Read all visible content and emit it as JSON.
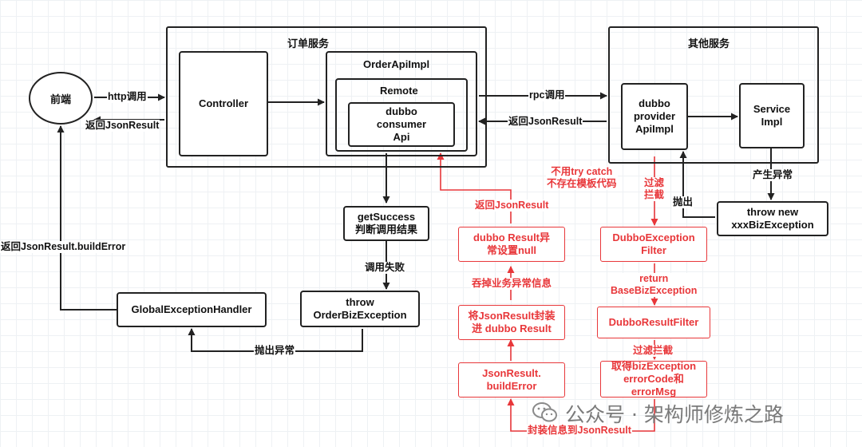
{
  "nodes": {
    "frontend": "前端",
    "order_service_title": "订单服务",
    "controller": "Controller",
    "order_api_impl": "OrderApiImpl",
    "remote": "Remote",
    "dubbo_consumer": "dubbo\nconsumer\nApi",
    "other_service_title": "其他服务",
    "dubbo_provider": "dubbo\nprovider\nApiImpl",
    "service_impl": "Service\nImpl",
    "throw_new": "throw new\nxxxBizException",
    "get_success": "getSuccess\n判断调用结果",
    "throw_order": "throw\nOrderBizException",
    "global_handler": "GlobalExceptionHandler",
    "dubbo_result_null": "dubbo Result异\n常设置null",
    "wrap_result": "将JsonResult封装\n进 dubbo Result",
    "jsonresult_build": "JsonResult.\nbuildError",
    "dubbo_exception_filter": "DubboException\nFilter",
    "dubbo_result_filter": "DubboResultFilter",
    "get_biz_exception": "取得bizException\nerrorCode和\nerrorMsg"
  },
  "labels": {
    "http_call": "http调用",
    "return_json_left": "返回JsonResult",
    "rpc_call": "rpc调用",
    "return_json_mid": "返回JsonResult",
    "build_error_left": "返回JsonResult.buildError",
    "call_fail": "调用失败",
    "throw_exception": "抛出异常",
    "produce_exception": "产生异常",
    "throw_out": "抛出",
    "no_try_catch": "不用try catch\n不存在模板代码",
    "filter_intercept_1": "过滤\n拦截",
    "return_json_red": "返回JsonResult",
    "swallow_info": "吞掉业务异常信息",
    "return_base_biz": "return\nBaseBizException",
    "filter_intercept_2": "过滤拦截",
    "wrap_info": "封装信息到JsonResult"
  },
  "watermark": {
    "text": "公众号 · 架构师修炼之路",
    "icon": "wechat-icon"
  },
  "colors": {
    "line": "#222222",
    "accent_red": "#e8373a",
    "watermark": "#7a7a7a"
  }
}
